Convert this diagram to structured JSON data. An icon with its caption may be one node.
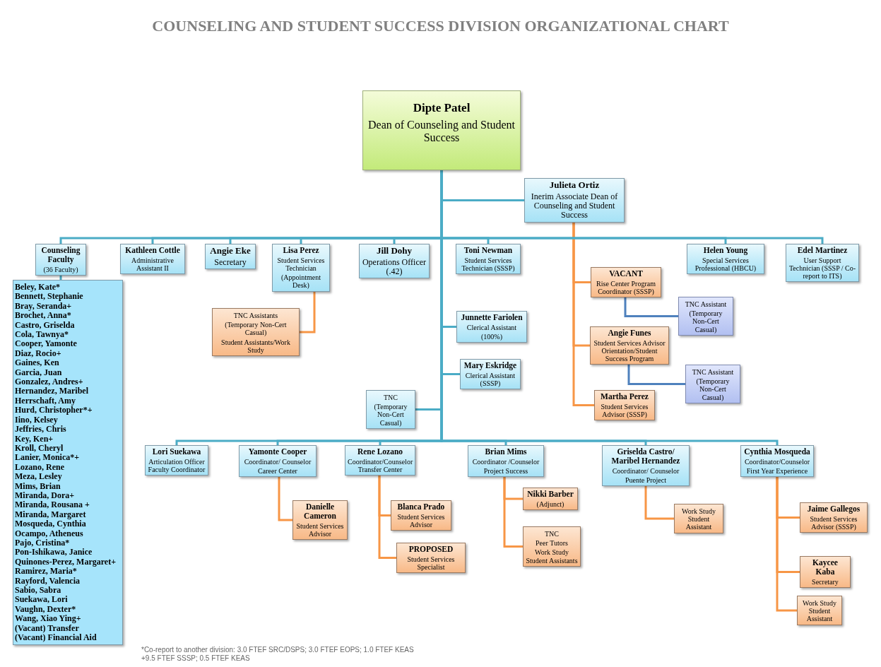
{
  "diagram": {
    "title": "COUNSELING AND STUDENT SUCCESS DIVISION ORGANIZATIONAL CHART",
    "nodes": [
      {
        "text": [
          "Dipte Patel",
          "Dean of Counseling and Student Success"
        ]
      },
      {
        "text": [
          "Julieta Ortiz",
          "Inerim Associate Dean of Counseling and Student Success"
        ]
      },
      {
        "text": [
          "Counseling Faculty",
          "(36 Faculty)"
        ]
      },
      {
        "text": [
          "Beley, Kate*",
          "Bennett, Stephanie",
          "Bray, Seranda+",
          "Brochet, Anna*",
          "Castro, Griselda",
          "Cola, Tawnya*",
          "Cooper, Yamonte",
          "Diaz, Rocio+",
          "Gaines, Ken",
          "Garcia, Juan",
          "Gonzalez, Andres+",
          "Hernandez, Maribel",
          "Herrschaft, Amy",
          "Hurd, Christopher*+",
          "Iino, Kelsey",
          "Jeffries, Chris",
          "Key, Ken+",
          "Kroll, Cheryl",
          "Lanier, Monica*+",
          "Lozano, Rene",
          "Meza, Lesley",
          "Mims, Brian",
          "Miranda, Dora+",
          "Miranda, Rousana +",
          "Miranda, Margaret",
          "Mosqueda, Cynthia",
          "Ocampo, Atheneus",
          "Pajo, Cristina*",
          "Pon-Ishikawa, Janice",
          "Quinones-Perez, Margaret+",
          "Ramirez, Maria*",
          "Rayford, Valencia",
          "Sabio, Sabra",
          "Suekawa, Lori",
          "Vaughn, Dexter*",
          "Wang, Xiao Ying+",
          "(Vacant) Transfer",
          "(Vacant) Financial Aid"
        ]
      },
      {
        "text": [
          "Kathleen Cottle",
          "Administrative Assistant II"
        ]
      },
      {
        "text": [
          "Angie Eke",
          "Secretary"
        ]
      },
      {
        "text": [
          "Lisa Perez",
          "Student Services Technician",
          "(Appointment Desk)"
        ]
      },
      {
        "text": [
          "TNC Assistants",
          "(Temporary Non-Cert Casual)",
          "Student Assistants/Work Study"
        ]
      },
      {
        "text": [
          "Jill Dohy",
          "Operations Officer (.42)"
        ]
      },
      {
        "text": [
          "Toni Newman",
          "Student Services Technician (SSSP)"
        ]
      },
      {
        "text": [
          "VACANT",
          "Rise Center Program Coordinator (SSSP)"
        ]
      },
      {
        "text": [
          "TNC Assistant",
          "(Temporary Non-Cert Casual)"
        ]
      },
      {
        "text": [
          "Angie Funes",
          "Student Services Advisor Orientation/Student Success Program"
        ]
      },
      {
        "text": [
          "TNC Assistant",
          "(Temporary Non-Cert Casual)"
        ]
      },
      {
        "text": [
          "Martha Perez",
          "Student Services Advisor (SSSP)"
        ]
      },
      {
        "text": [
          "Helen Young",
          "Special Services Professional (HBCU)"
        ]
      },
      {
        "text": [
          "Edel Martinez",
          "User Support Technician (SSSP / Co-report to ITS)"
        ]
      },
      {
        "text": [
          "Junnette Fariolen",
          "Clerical Assistant",
          "(100%)"
        ]
      },
      {
        "text": [
          "Mary Eskridge",
          "Clerical Assistant (SSSP)"
        ]
      },
      {
        "text": [
          "TNC",
          "(Temporary Non-Cert Casual)"
        ]
      },
      {
        "text": [
          "Lori Suekawa",
          "Articulation Officer Faculty Coordinator"
        ]
      },
      {
        "text": [
          "Yamonte Cooper",
          "Coordinator/ Counselor",
          "Career Center"
        ]
      },
      {
        "text": [
          "Danielle Cameron",
          "Student Services Advisor"
        ]
      },
      {
        "text": [
          "Rene Lozano",
          "Coordinator/Counselor Transfer Center"
        ]
      },
      {
        "text": [
          "Blanca Prado",
          "Student Services Advisor"
        ]
      },
      {
        "text": [
          "PROPOSED",
          "Student Services Specialist"
        ]
      },
      {
        "text": [
          "Brian Mims",
          "Coordinator /Counselor",
          "Project Success"
        ]
      },
      {
        "text": [
          "Nikki Barber",
          "(Adjunct)"
        ]
      },
      {
        "text": [
          "TNC",
          "Peer Tutors",
          "Work Study Student Assistants"
        ]
      },
      {
        "text": [
          "Griselda Castro/ Maribel Hernandez",
          "Coordinator/ Counselor",
          "Puente Project"
        ]
      },
      {
        "text": [
          "Work Study Student Assistant"
        ]
      },
      {
        "text": [
          "Cynthia Mosqueda",
          "Coordinator/Counselor",
          "First Year Experience"
        ]
      },
      {
        "text": [
          "Jaime Gallegos",
          "Student Services Advisor (SSSP)"
        ]
      },
      {
        "text": [
          "Kaycee Kaba",
          "Secretary"
        ]
      },
      {
        "text": [
          "Work Study Student Assistant"
        ]
      }
    ],
    "edges": [
      {
        "from": 0,
        "to": 1,
        "arrow": "none"
      },
      {
        "from": 0,
        "to": 2,
        "arrow": "none"
      },
      {
        "from": 2,
        "to": 3,
        "arrow": "none"
      },
      {
        "from": 0,
        "to": 4,
        "arrow": "none"
      },
      {
        "from": 0,
        "to": 5,
        "arrow": "none"
      },
      {
        "from": 0,
        "to": 6,
        "arrow": "none"
      },
      {
        "from": 6,
        "to": 7,
        "arrow": "none",
        "color": "#f79646"
      },
      {
        "from": 0,
        "to": 8,
        "arrow": "none"
      },
      {
        "from": 0,
        "to": 9,
        "arrow": "none"
      },
      {
        "from": 1,
        "to": 10,
        "arrow": "none",
        "color": "#f79646"
      },
      {
        "from": 10,
        "to": 11,
        "arrow": "none",
        "color": "#4f81bd"
      },
      {
        "from": 1,
        "to": 12,
        "arrow": "none",
        "color": "#f79646"
      },
      {
        "from": 12,
        "to": 13,
        "arrow": "none",
        "color": "#4f81bd"
      },
      {
        "from": 1,
        "to": 14,
        "arrow": "none",
        "color": "#f79646"
      },
      {
        "from": 0,
        "to": 15,
        "arrow": "none"
      },
      {
        "from": 0,
        "to": 16,
        "arrow": "none"
      },
      {
        "from": 0,
        "to": 17,
        "arrow": "none"
      },
      {
        "from": 0,
        "to": 18,
        "arrow": "none"
      },
      {
        "from": 0,
        "to": 19,
        "arrow": "none"
      },
      {
        "from": 0,
        "to": 20,
        "arrow": "none"
      },
      {
        "from": 0,
        "to": 21,
        "arrow": "none"
      },
      {
        "from": 21,
        "to": 22,
        "arrow": "none",
        "color": "#f79646"
      },
      {
        "from": 0,
        "to": 23,
        "arrow": "none"
      },
      {
        "from": 23,
        "to": 24,
        "arrow": "none",
        "color": "#f79646"
      },
      {
        "from": 23,
        "to": 25,
        "arrow": "none",
        "color": "#f79646"
      },
      {
        "from": 0,
        "to": 26,
        "arrow": "none"
      },
      {
        "from": 26,
        "to": 27,
        "arrow": "none",
        "color": "#f79646"
      },
      {
        "from": 26,
        "to": 28,
        "arrow": "none",
        "color": "#f79646"
      },
      {
        "from": 0,
        "to": 29,
        "arrow": "none"
      },
      {
        "from": 29,
        "to": 30,
        "arrow": "none",
        "color": "#f79646"
      },
      {
        "from": 0,
        "to": 31,
        "arrow": "none"
      },
      {
        "from": 31,
        "to": 32,
        "arrow": "none",
        "color": "#f79646"
      },
      {
        "from": 31,
        "to": 33,
        "arrow": "none",
        "color": "#f79646"
      },
      {
        "from": 31,
        "to": 34,
        "arrow": "none",
        "color": "#f79646"
      }
    ],
    "labels": [
      "*Co-report to another division: 3.0 FTEF SRC/DSPS; 3.0 FTEF EOPS; 1.0 FTEF KEAS",
      "+9.5 FTEF SSSP; 0.5 FTEF KEAS"
    ]
  }
}
